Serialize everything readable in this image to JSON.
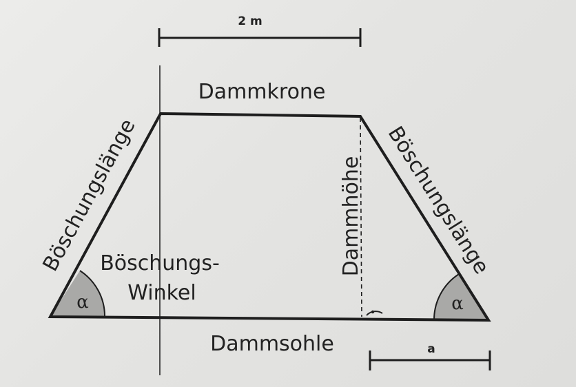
{
  "labels": {
    "top_dimension": "2 m",
    "crest": "Dammkrone",
    "slope_length_left": "Böschungslänge",
    "slope_length_right": "Böschungslänge",
    "slope_angle_line1": "Böschungs-",
    "slope_angle_line2": "Winkel",
    "height": "Dammhöhe",
    "base": "Dammsohle",
    "angle_symbol_left": "α",
    "angle_symbol_right": "α",
    "bottom_dimension": "a"
  },
  "colors": {
    "line": "#1e1e1e",
    "angle_fill": "#a9a9a7",
    "background": "#e6e6e4"
  }
}
